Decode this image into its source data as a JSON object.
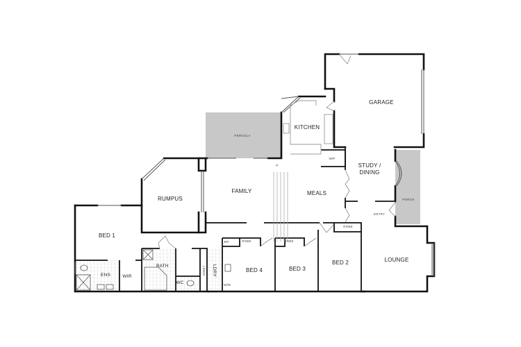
{
  "plan": {
    "title": "Floor Plan",
    "colors": {
      "wall": "#111111",
      "outdoor_fill": "#c8c8c8",
      "wet_area_grid": "#d0d0d0",
      "background": "#ffffff"
    },
    "rooms": {
      "garage": "GARAGE",
      "kitchen": "KITCHEN",
      "pergola": "PERGOLA",
      "wip": "WIP",
      "study_dining": "STUDY /\nDINING",
      "porch": "PORCH",
      "entry": "ENTRY",
      "family": "FAMILY",
      "meals": "MEALS",
      "rumpus": "RUMPUS",
      "bed1": "BED 1",
      "ens": "ENS",
      "wir": "WIR",
      "bath": "BATH",
      "wc": "WC",
      "linen": "LINEN",
      "ldry": "LDRY",
      "br": "BR",
      "wm": "W/M",
      "bed4": "BED 4",
      "bed3": "BED 3",
      "bed2": "BED 2",
      "lounge": "LOUNGE",
      "robe_bed4": "ROBE",
      "robe_bed3": "ROBE",
      "robe_bed2": "ROBE",
      "pantry": "P"
    }
  }
}
